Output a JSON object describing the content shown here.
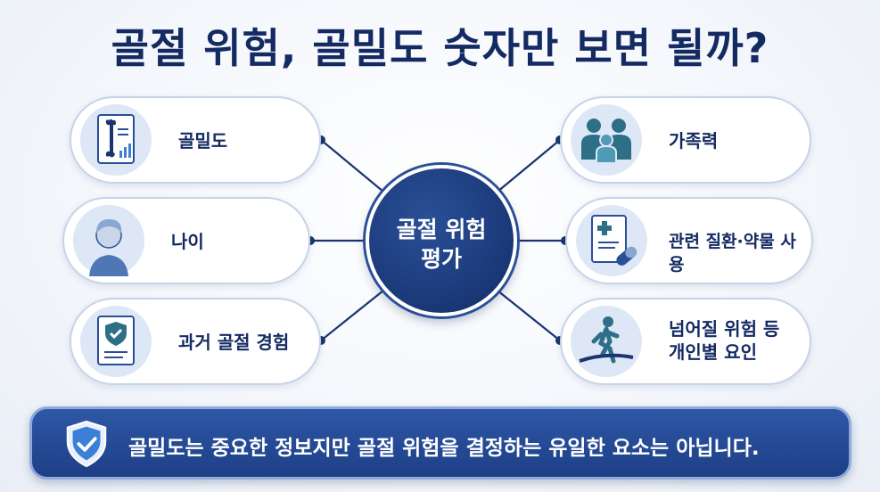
{
  "title": "골절 위험, 골밀도 숫자만 보면 될까?",
  "hub": {
    "line1": "골절 위험",
    "line2": "평가"
  },
  "factors_left": [
    {
      "label": "골밀도",
      "icon": "bone-density-report-icon"
    },
    {
      "label": "나이",
      "icon": "elderly-woman-icon"
    },
    {
      "label": "과거 골절 경험",
      "icon": "medical-record-shield-icon"
    }
  ],
  "factors_right": [
    {
      "label": "가족력",
      "icon": "family-icon"
    },
    {
      "label": "관련 질환·약물 사용",
      "icon": "medical-document-pill-icon"
    },
    {
      "label_line1": "넘어질 위험 등",
      "label_line2": "개인별 요인",
      "icon": "balance-walking-icon"
    }
  ],
  "banner": {
    "text": "골밀도는 중요한 정보지만 골절 위험을 결정하는 유일한 요소는 아닙니다.",
    "icon": "shield-check-icon"
  },
  "colors": {
    "navy": "#142a62",
    "hub": "#1a3877",
    "banner": "#2148a0",
    "icon_bg": "#dde7f5",
    "icon_teal": "#2e6f88"
  }
}
